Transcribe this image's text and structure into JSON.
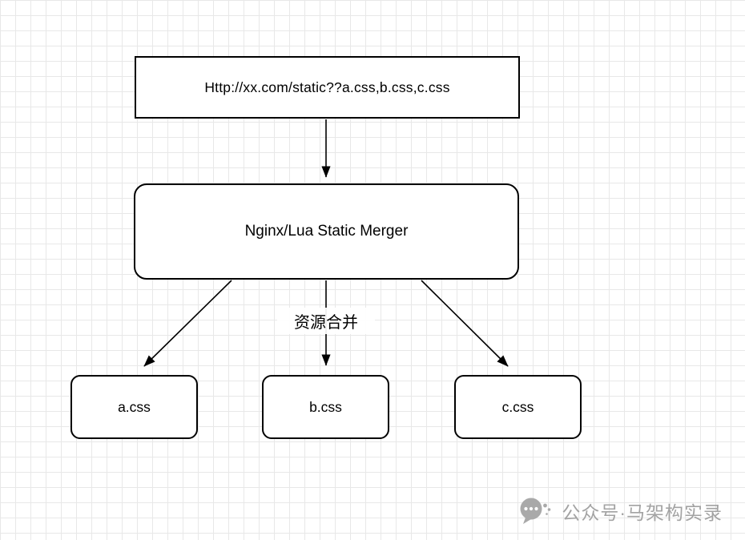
{
  "colors": {
    "line": "#000000",
    "grid": "#e8e8e8",
    "box_background": "#ffffff",
    "watermark": "#a3a3a3"
  },
  "diagram": {
    "url_box": {
      "label": "Http://xx.com/static??a.css,b.css,c.css"
    },
    "merger_box": {
      "label": "Nginx/Lua Static Merger"
    },
    "merge_label": "资源合并",
    "leaf_boxes": [
      {
        "label": "a.css"
      },
      {
        "label": "b.css"
      },
      {
        "label": "c.css"
      }
    ]
  },
  "watermark": {
    "icon": "wechat-bubble-icon",
    "text": "公众号·马架构实录"
  }
}
